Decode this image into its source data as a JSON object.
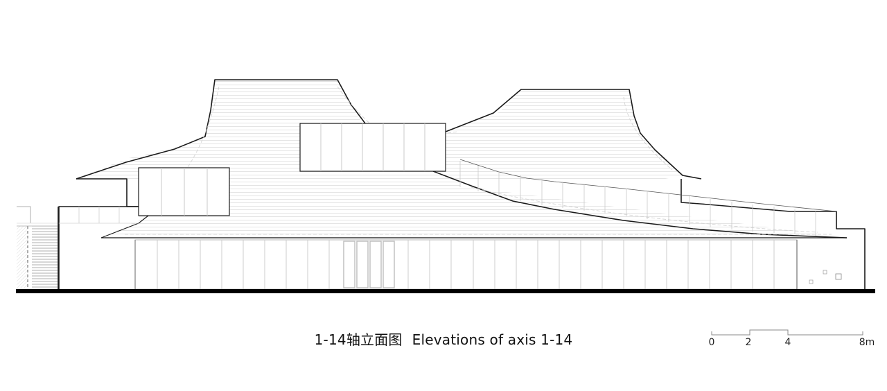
{
  "drawing": {
    "type": "architectural-elevation",
    "title_cn": "1-14轴立面图",
    "title_en": "Elevations of axis 1-14",
    "colors": {
      "outline": "#1a1a1a",
      "hatch": "#e2e2e2",
      "panel_line": "#c8c8c8",
      "ground": "#000000",
      "background": "#ffffff"
    }
  },
  "scale_bar": {
    "labels": [
      "0",
      "2",
      "4",
      "8m"
    ],
    "unit": "m"
  }
}
